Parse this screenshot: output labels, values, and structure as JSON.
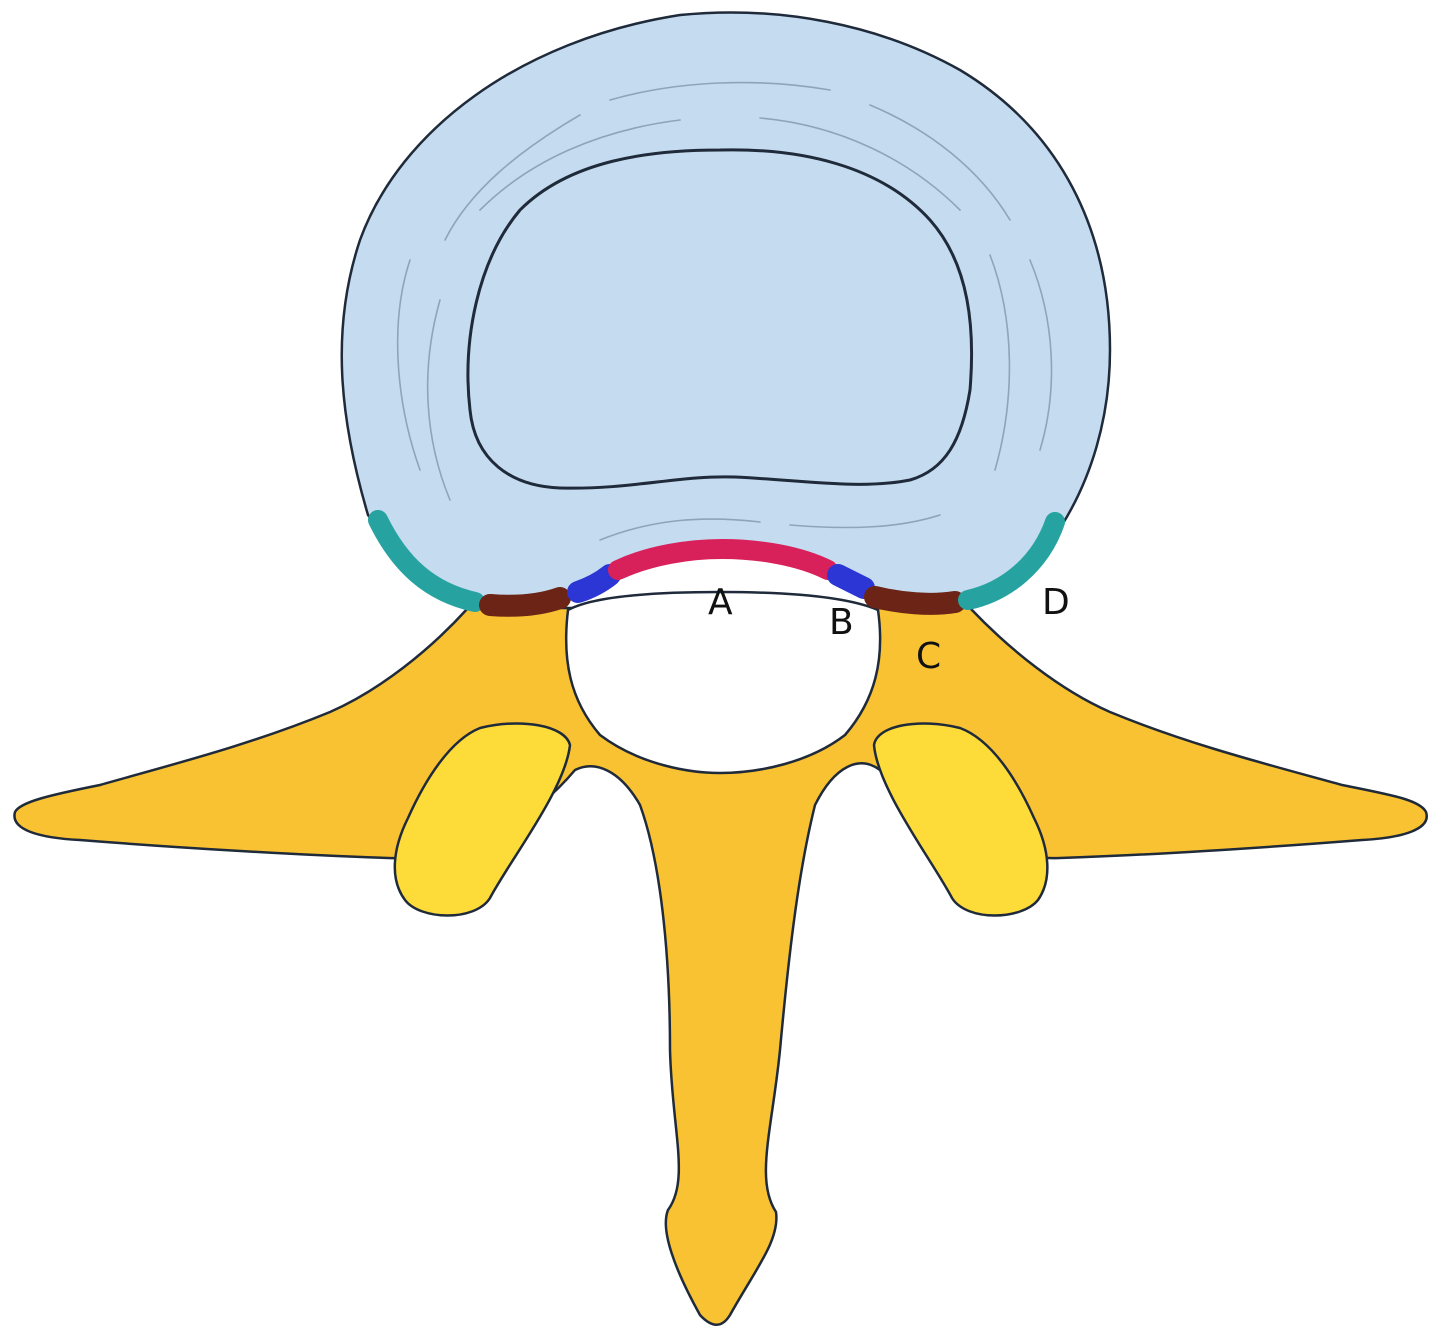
{
  "colors": {
    "background": "#ffffff",
    "disc_annulus": "#c5dbef",
    "nucleus_outline": "#1f2a3a",
    "annulus_lines": "#8ea4b8",
    "vertebra_body": "#f9c232",
    "facet_joint": "#fddc3a",
    "outline": "#1f2a3a",
    "zone_central": "#d8215b",
    "zone_subarticular": "#2b36d4",
    "zone_foraminal": "#6b2415",
    "zone_extraforaminal": "#26a3a0"
  },
  "labels": {
    "a": "A",
    "b": "B",
    "c": "C",
    "d": "D"
  }
}
